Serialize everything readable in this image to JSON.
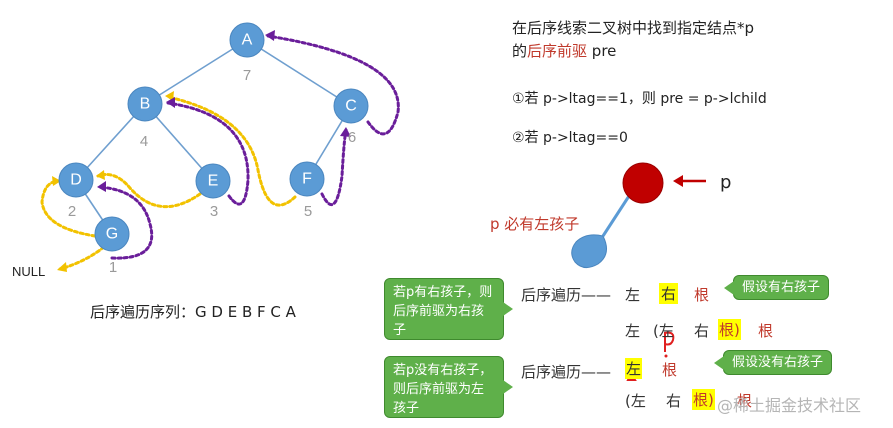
{
  "tree": {
    "nodes": [
      {
        "label": "A",
        "order": "7"
      },
      {
        "label": "B",
        "order": "4"
      },
      {
        "label": "C",
        "order": "6"
      },
      {
        "label": "D",
        "order": "2"
      },
      {
        "label": "E",
        "order": "3"
      },
      {
        "label": "F",
        "order": "5"
      },
      {
        "label": "G",
        "order": "1"
      }
    ],
    "null_label": "NULL",
    "postorder_sequence": "后序遍历序列：G D E B F C A",
    "colors": {
      "node": "#5b9bd5",
      "pre_thread": "#f2c200",
      "post_thread": "#6a1e9a"
    }
  },
  "heading": {
    "line1": "在后序线索二叉树中找到指定结点*p",
    "line2_prefix": "的",
    "line2_highlight": "后序前驱",
    "line2_suffix": " pre"
  },
  "rules": {
    "rule1": "①若 p->ltag==1，则 pre = p->lchild",
    "rule2": "②若 p->ltag==0"
  },
  "p_diagram": {
    "p_label": "p",
    "note": "p 必有左孩子",
    "colors": {
      "p_node": "#c00000",
      "left_child": "#5b9bd5"
    }
  },
  "case_right": {
    "callout": "若p有右孩子，则后序前驱为右孩子",
    "label": "后序遍历——",
    "words": [
      "左",
      "右",
      "根"
    ],
    "assumption": "假设有右孩子",
    "expanded": {
      "open": "左",
      "inner": [
        "(左",
        "右",
        "根)"
      ],
      "tail": "根"
    }
  },
  "case_no_right": {
    "callout": "若p没有右孩子，则后序前驱为左孩子",
    "label": "后序遍历——",
    "words": [
      "左",
      "根"
    ],
    "assumption": "假设没有右孩子",
    "expanded": {
      "inner": [
        "(左",
        "右",
        "根)"
      ],
      "tail": "根"
    }
  },
  "watermark": "@稀土掘金技术社区"
}
